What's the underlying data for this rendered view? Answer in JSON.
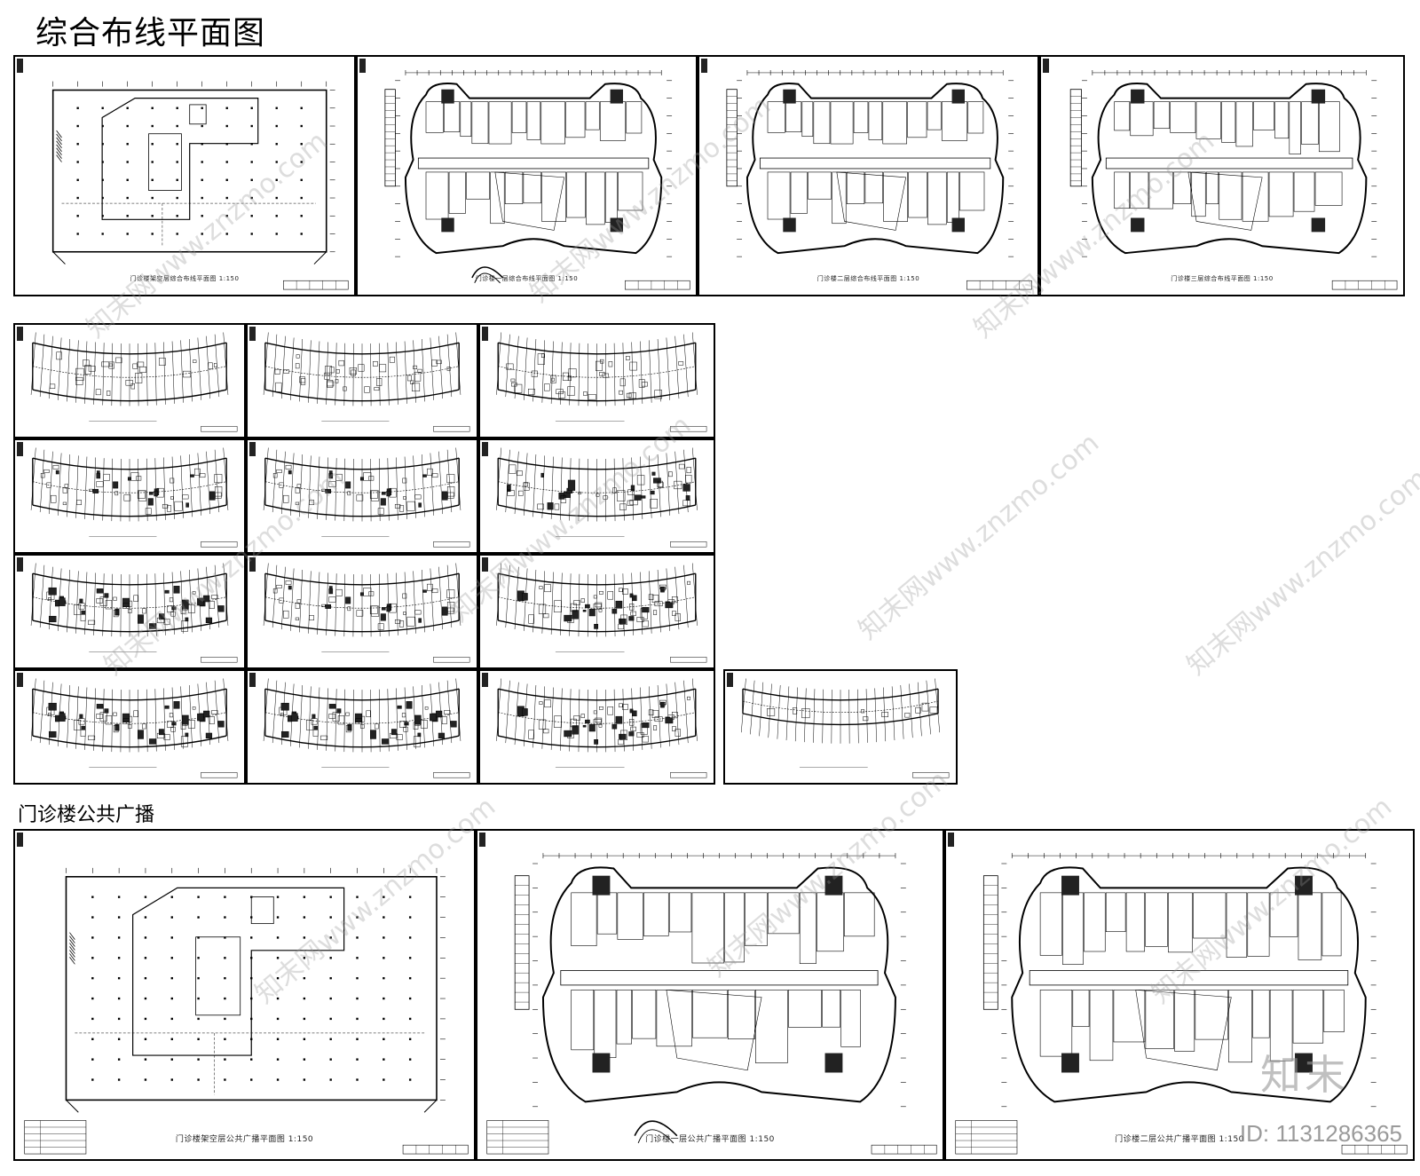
{
  "page": {
    "title": "综合布线平面图",
    "section2_title": "门诊楼公共广播"
  },
  "top_sheets": [
    {
      "caption": "门诊楼架空层综合布线平面图 1:150"
    },
    {
      "caption": "门诊楼一层综合布线平面图 1:150"
    },
    {
      "caption": "门诊楼二层综合布线平面图 1:150"
    },
    {
      "caption": "门诊楼三层综合布线平面图 1:150"
    }
  ],
  "pa_sheets": [
    {
      "caption": "门诊楼架空层公共广播平面图 1:150"
    },
    {
      "caption": "门诊楼一层公共广播平面图 1:150"
    },
    {
      "caption": "门诊楼二层公共广播平面图 1:150"
    }
  ],
  "watermark": {
    "site": "知末网www.znzmo.com",
    "logo": "知末",
    "id_text": "ID: 1131286365"
  }
}
